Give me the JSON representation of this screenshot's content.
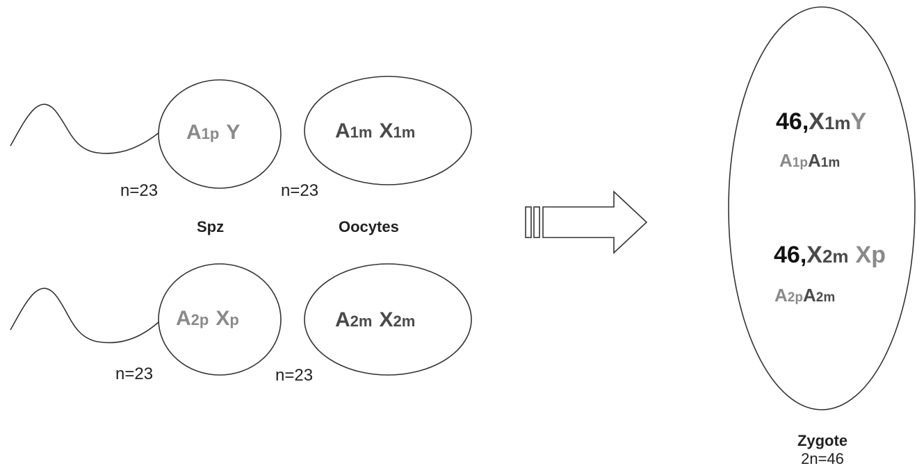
{
  "colors": {
    "paternal": "#8a8a8a",
    "maternal": "#4a4a4a",
    "karyotype": "#111111",
    "outline": "#333333"
  },
  "gametes": {
    "row1": {
      "sperm": {
        "a": "A",
        "a_sub": "1p",
        "sex": "Y",
        "sex_sub": "",
        "ploidy": "n=23"
      },
      "oocyte": {
        "a": "A",
        "a_sub": "1m",
        "sex": "X",
        "sex_sub": "1m",
        "ploidy": "n=23"
      }
    },
    "row2": {
      "sperm": {
        "a": "A",
        "a_sub": "2p",
        "sex": "X",
        "sex_sub": "p",
        "ploidy": "n=23"
      },
      "oocyte": {
        "a": "A",
        "a_sub": "2m",
        "sex": "X",
        "sex_sub": "2m",
        "ploidy": "n=23"
      }
    },
    "spz_label": "Spz",
    "oocytes_label": "Oocytes"
  },
  "zygote": {
    "genotype1": {
      "karyotype_prefix": "46,",
      "x": "X",
      "x_sub": "1m",
      "y": "Y",
      "auto_p": "A",
      "auto_p_sub": "1p",
      "auto_m": "A",
      "auto_m_sub": "1m"
    },
    "genotype2": {
      "karyotype_prefix": "46,",
      "x": "X",
      "x_sub": "2m",
      "xp": "Xp",
      "auto_p": "A",
      "auto_p_sub": "2p",
      "auto_m": "A",
      "auto_m_sub": "2m"
    },
    "label": "Zygote",
    "ploidy": "2n=46"
  }
}
